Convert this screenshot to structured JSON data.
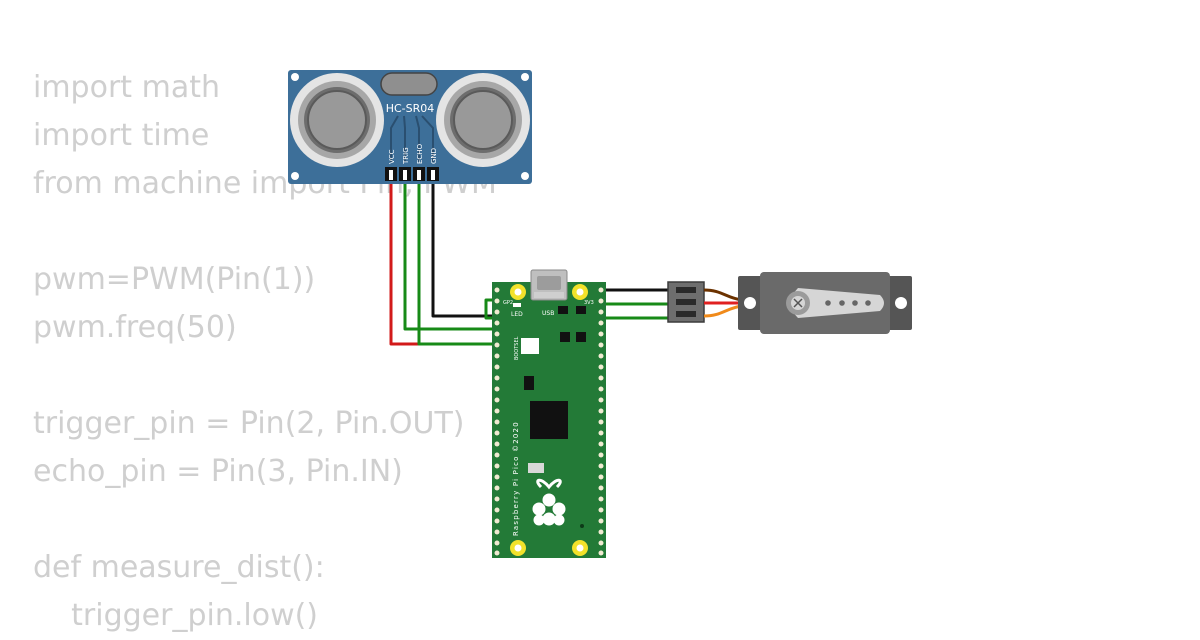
{
  "code": {
    "lines": [
      "import math",
      "import time",
      "from machine import Pin, PWM",
      "",
      "pwm=PWM(Pin(1))",
      "pwm.freq(50)",
      "",
      "trigger_pin = Pin(2, Pin.OUT)",
      "echo_pin = Pin(3, Pin.IN)",
      "",
      "def measure_dist():",
      "    trigger_pin.low()"
    ]
  },
  "sensor": {
    "name": "HC-SR04",
    "pins": [
      "VCC",
      "TRIG",
      "ECHO",
      "GND"
    ]
  },
  "pico": {
    "led_label": "LED",
    "usb_label": "USB",
    "bootsel_label": "BOOTSEL",
    "board_text": "Raspberry Pi Pico ©2020",
    "pin_label_left": "GP2",
    "pin_label_right": "3V3"
  },
  "colors": {
    "wire_red": "#d21a1a",
    "wire_green": "#178a17",
    "wire_black": "#111111",
    "wire_orange": "#f08a1a",
    "sensor_blue": "#3d6f99",
    "pico_green": "#237a37",
    "servo_gray": "#616161",
    "code_text": "#cfcfcf"
  }
}
